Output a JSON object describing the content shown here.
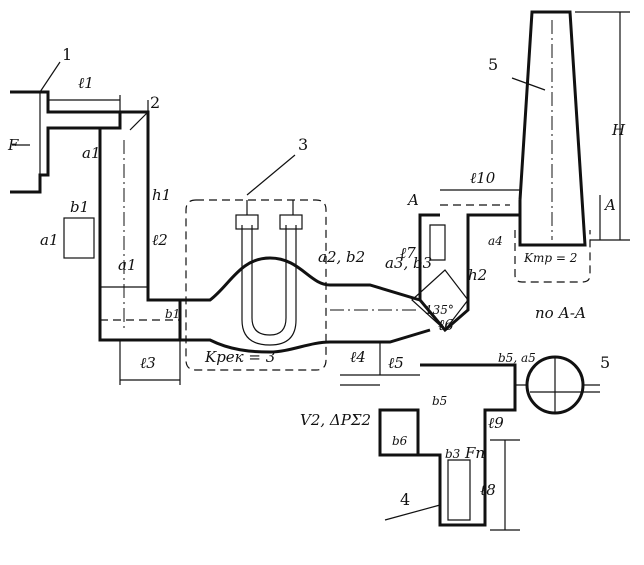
{
  "parts": {
    "p1": "1",
    "p2": "2",
    "p3": "3",
    "p4": "4",
    "p5_top": "5",
    "p5_bottom": "5"
  },
  "labels": {
    "F": "F",
    "l1": "ℓ1",
    "a1_top": "a1",
    "b1": "b1",
    "a1_left": "a1",
    "a1_mid": "a1",
    "h1": "h1",
    "l2": "ℓ2",
    "b1_small": "b1",
    "l3": "ℓ3",
    "k_rek": "Kрек = 3",
    "a2b2": "a2, b2",
    "a3b3": "a3, b3",
    "l4": "ℓ4",
    "l5": "ℓ5",
    "A_left": "A",
    "l7": "ℓ7",
    "angle": "135°",
    "l6": "ℓ6",
    "h2": "h2",
    "a4": "a4",
    "l10": "ℓ10",
    "A_right": "A",
    "H": "H",
    "k_tr": "Kтр = 2",
    "section": "по А-А",
    "b5a5": "b5, a5",
    "v2": "V2, ΔPΣ2",
    "b6": "b6",
    "b5": "b5",
    "l9": "ℓ9",
    "b3": "b3",
    "Fn": "Fп",
    "l8": "ℓ8"
  }
}
